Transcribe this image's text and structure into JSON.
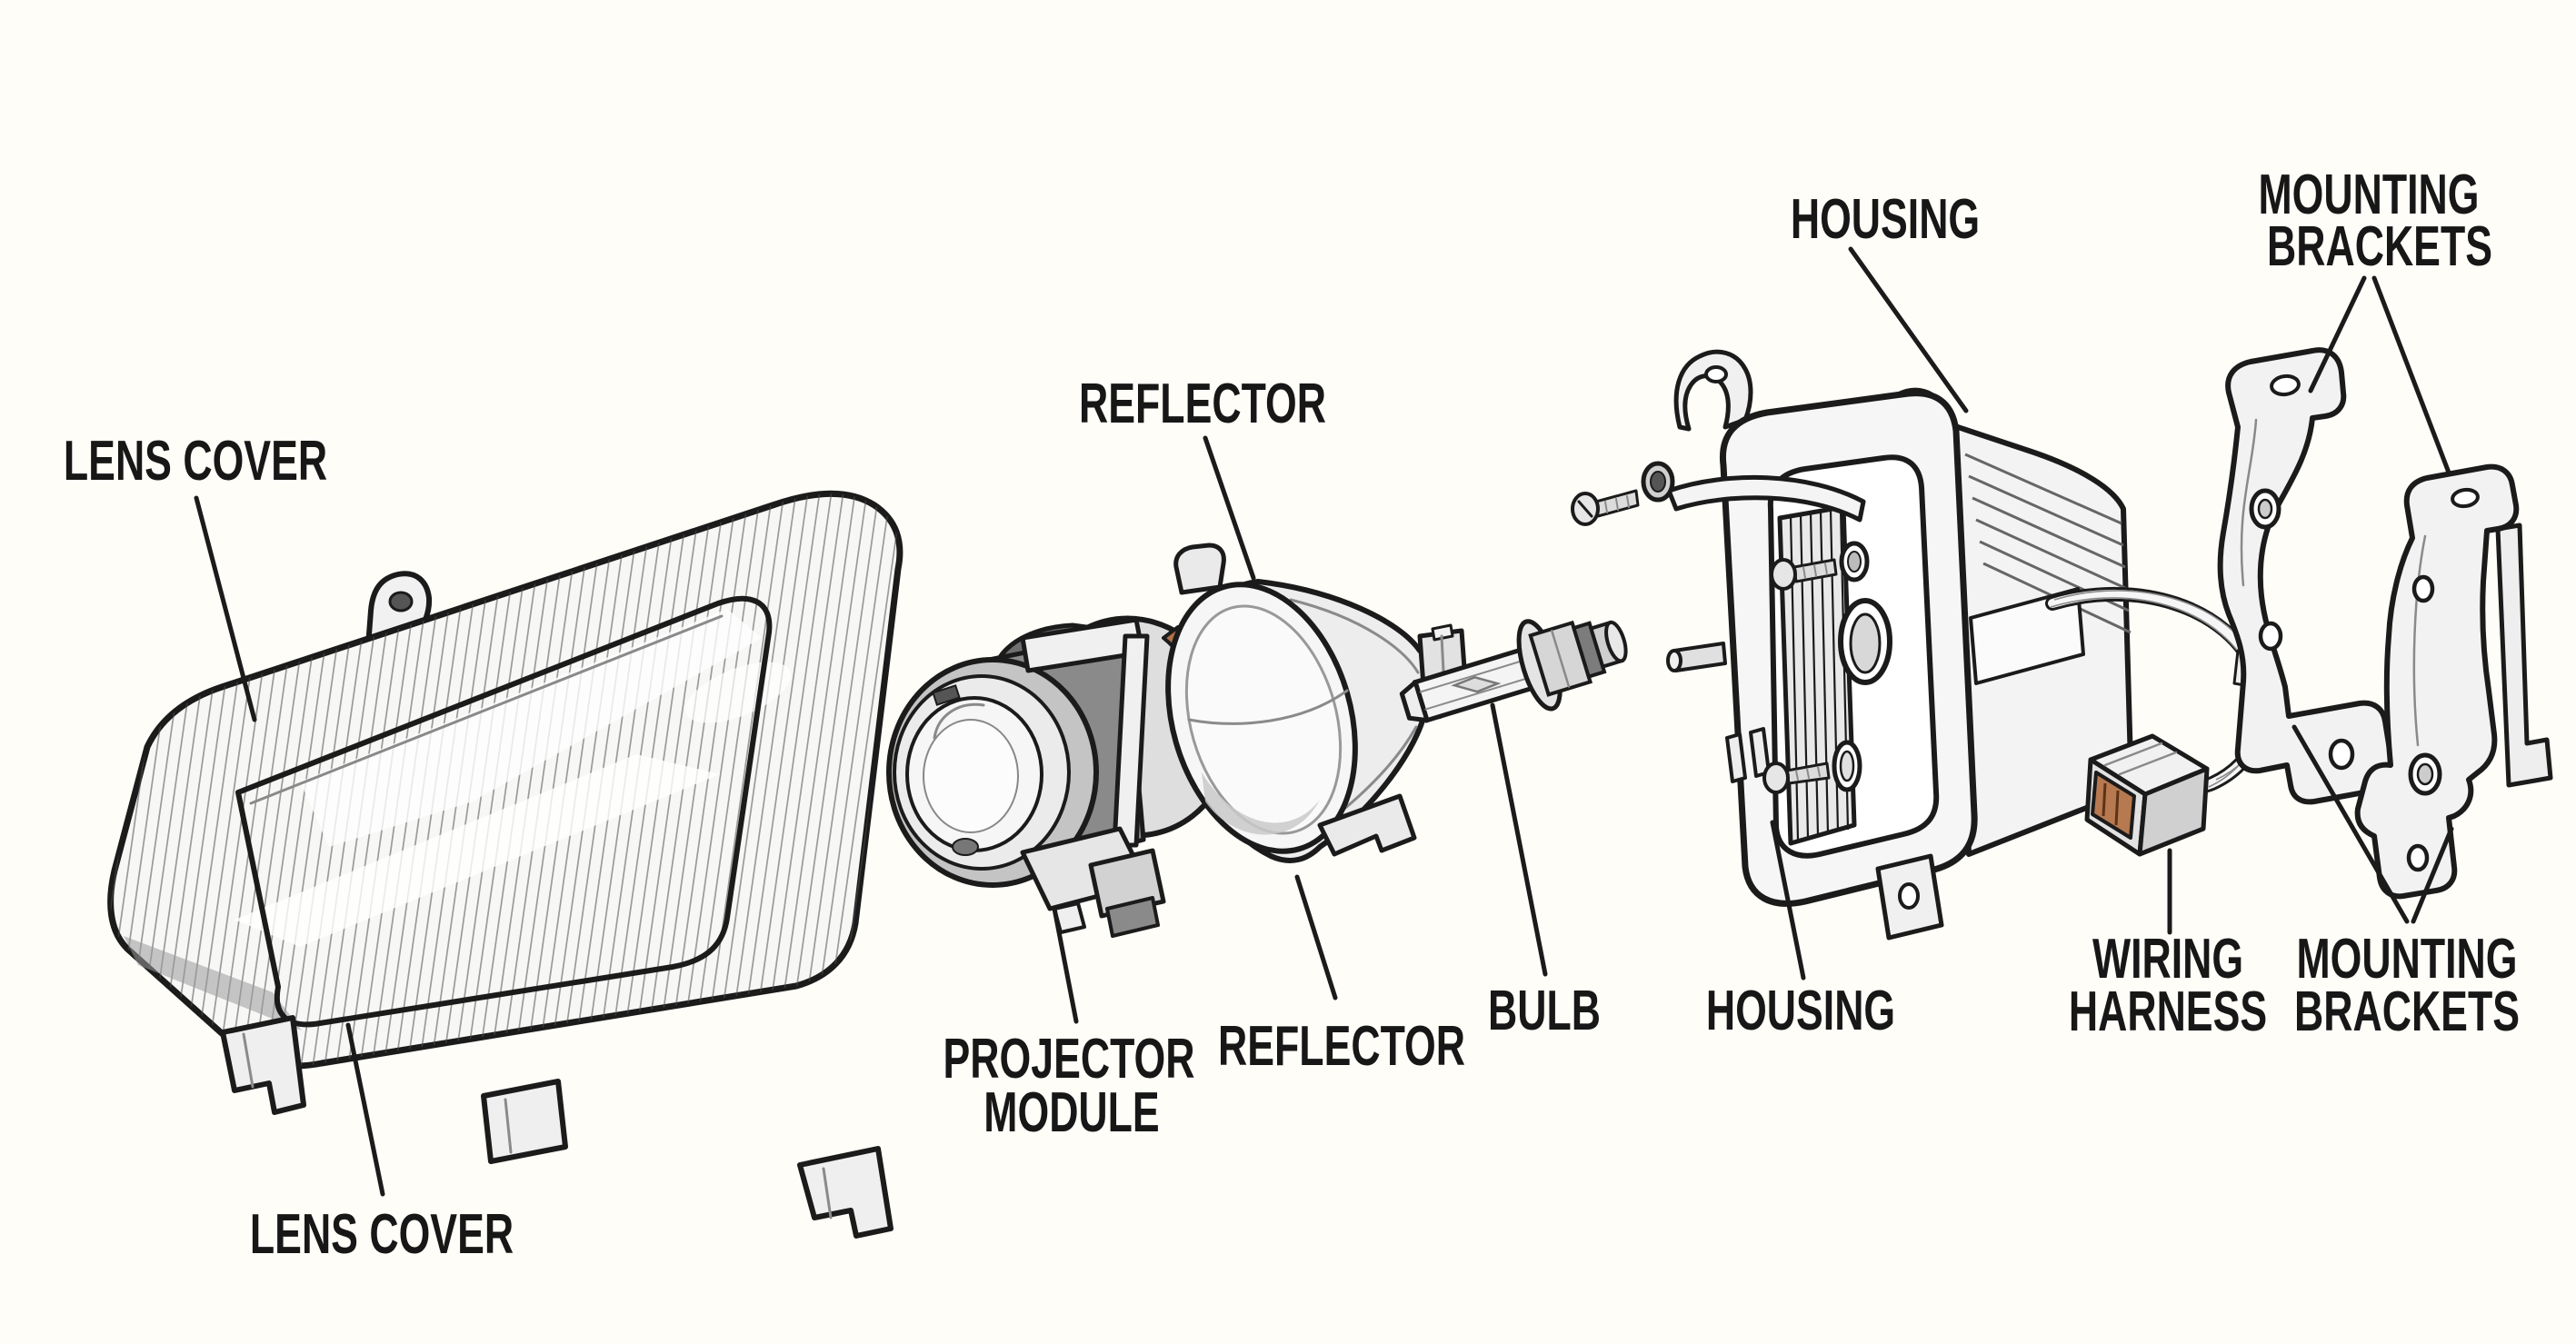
{
  "diagram": {
    "description": "Exploded parts diagram of an automotive headlight assembly",
    "background_color": "#fffdf8",
    "ink_color": "#1b1b1b",
    "accent_copper": "#b0714a",
    "labels": {
      "lens_cover_top": "LENS COVER",
      "lens_cover_bottom": "LENS COVER",
      "projector_module_line1": "PROJECTOR",
      "projector_module_line2": "MODULE",
      "reflector_top": "REFLECTOR",
      "reflector_bottom": "REFLECTOR",
      "bulb": "BULB",
      "housing_top": "HOUSING",
      "housing_bottom": "HOUSING",
      "wiring_harness_line1": "WIRING",
      "wiring_harness_line2": "HARNESS",
      "mounting_brackets_top_line1": "MOUNTING",
      "mounting_brackets_top_line2": "BRACKETS",
      "mounting_brackets_bottom_line1": "MOUNTING",
      "mounting_brackets_bottom_line2": "BRACKETS"
    }
  }
}
